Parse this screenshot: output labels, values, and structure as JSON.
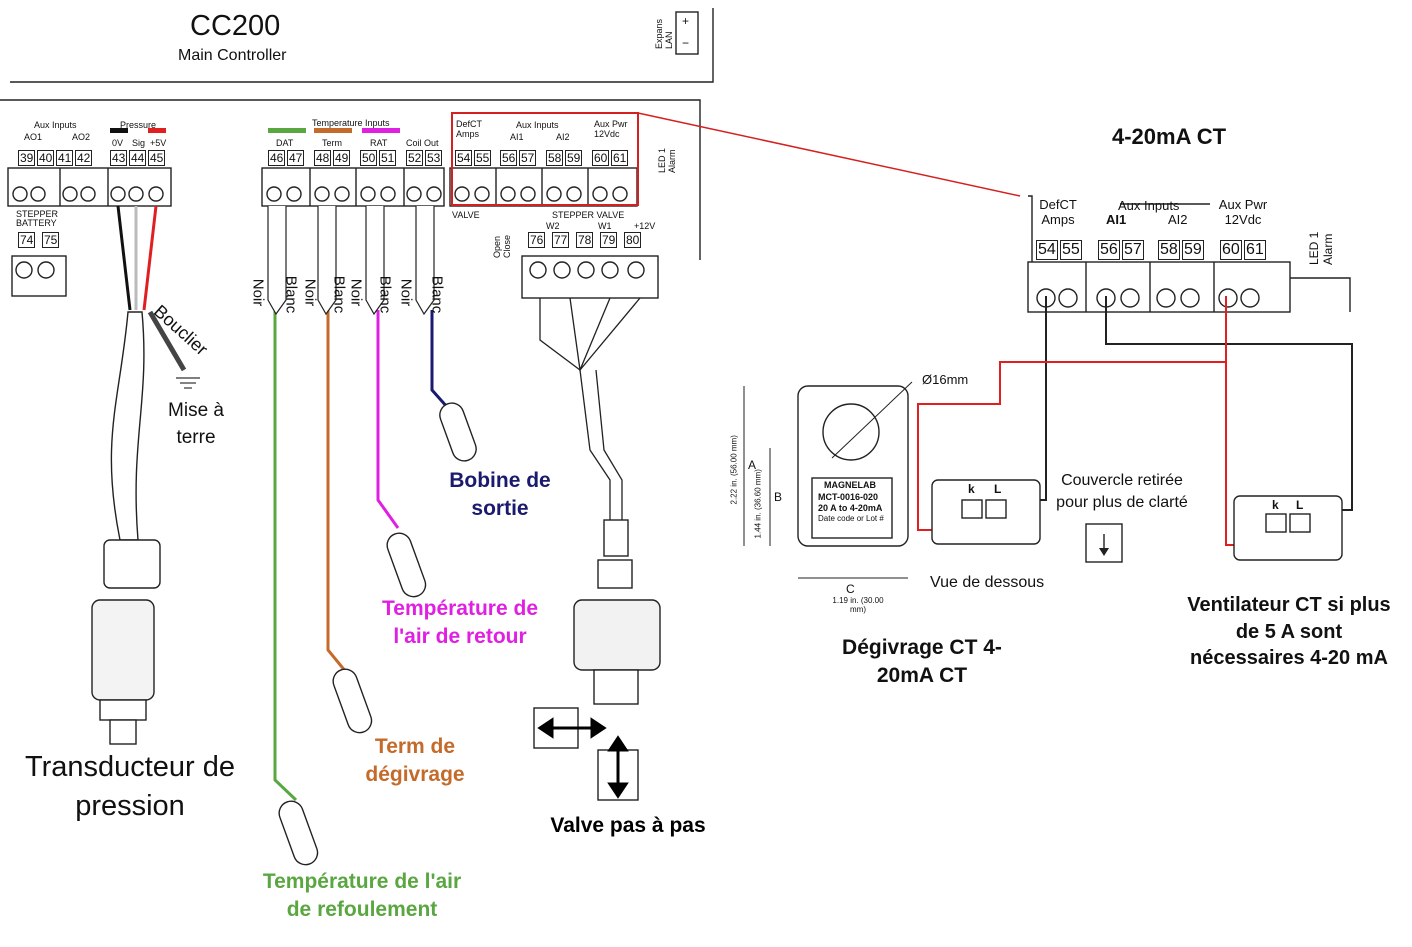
{
  "controller": {
    "title": "CC200",
    "subtitle": "Main Controller",
    "expansion": "Expans LAN",
    "plus": "+",
    "minus": "−"
  },
  "terminal_groups": [
    {
      "id": "aux_out",
      "header": "Aux Inputs",
      "labels": [
        "AO1",
        "AO2"
      ],
      "terminals": [
        "39",
        "40",
        "41",
        "42"
      ]
    },
    {
      "id": "pressure",
      "header": "Pressure",
      "labels": [
        "0V",
        "Sig",
        "+5V"
      ],
      "terminals": [
        "43",
        "44",
        "45"
      ]
    },
    {
      "id": "temperature",
      "header": "Temperature Inputs",
      "labels": [
        "DAT",
        "Term",
        "RAT",
        "Coil Out"
      ],
      "terminals": [
        "46",
        "47",
        "48",
        "49",
        "50",
        "51",
        "52",
        "53"
      ]
    },
    {
      "id": "defct",
      "header": "DefCT Amps",
      "terminals": [
        "54",
        "55"
      ]
    },
    {
      "id": "aux_in",
      "header": "Aux Inputs",
      "labels": [
        "AI1",
        "AI2"
      ],
      "terminals": [
        "56",
        "57",
        "58",
        "59"
      ]
    },
    {
      "id": "aux_pwr",
      "header": "Aux Pwr 12Vdc",
      "terminals": [
        "60",
        "61"
      ]
    },
    {
      "id": "stepper_battery",
      "header": "STEPPER BATTERY",
      "terminals": [
        "74",
        "75"
      ]
    },
    {
      "id": "stepper_valve",
      "header": "STEPPER VALVE",
      "labels": [
        "W2",
        "W1",
        "+12V"
      ],
      "terminals": [
        "76",
        "77",
        "78",
        "79",
        "80"
      ]
    }
  ],
  "misc_labels": {
    "led": "LED 1 Alarm",
    "valve": "VALVE",
    "open_close": "Open Close"
  },
  "wire_labels": [
    "Noir",
    "Blanc",
    "Noir",
    "Blanc",
    "Noir",
    "Blanc",
    "Noir",
    "Blanc"
  ],
  "shield": {
    "label": "Bouclier",
    "ground": "Mise à terre"
  },
  "sensors": {
    "pressure_transducer": "Transducteur de pression",
    "discharge_air": "Température de l'air de refoulement",
    "defrost_term": "Term de dégivrage",
    "return_air": "Température de l'air de retour",
    "coil_out": "Bobine de sortie",
    "stepper_valve": "Valve pas à pas"
  },
  "ct_section": {
    "title": "4-20mA CT",
    "defct_header": "DefCT Amps",
    "aux_inputs_header": "Aux Inputs",
    "ai1": "AI1",
    "ai2": "AI2",
    "aux_pwr_header": "Aux Pwr 12Vdc",
    "led": "LED 1 Alarm",
    "terminals": [
      "54",
      "55",
      "56",
      "57",
      "58",
      "59",
      "60",
      "61"
    ]
  },
  "magnelab": {
    "brand": "MAGNELAB",
    "model": "MCT-0016-020",
    "range": "20 A to 4-20mA",
    "note": "Date code or Lot #",
    "diameter": "Ø16mm",
    "dim_a": "2.22 in. (56.00 mm)",
    "dim_b": "1.44 in. (36.60 mm)",
    "dim_c": "1.19 in. (30.00 mm)",
    "letter_a": "A",
    "letter_b": "B",
    "letter_c": "C"
  },
  "ct_notes": {
    "cover": "Couvercle retirée pour plus de clarté",
    "bottom_view": "Vue de dessous",
    "defrost_ct": "Dégivrage CT 4-20mA CT",
    "fan_ct": "Ventilateur CT si plus de 5 A sont nécessaires 4-20 mA",
    "k": "k",
    "l": "L"
  },
  "colors": {
    "dat": "#5aa742",
    "term": "#c46a2a",
    "rat": "#e020e0",
    "coil": "#1a1a6e",
    "pressure_red": "#e02020",
    "highlight": "#d42020"
  }
}
